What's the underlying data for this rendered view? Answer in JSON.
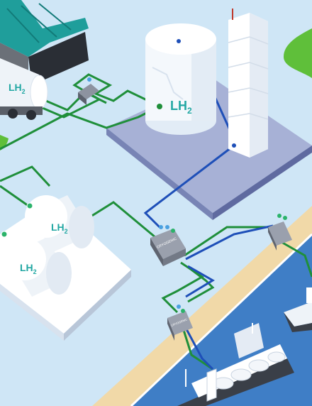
{
  "labels": {
    "lh2_main": "LH",
    "lh2_main_sub": "2",
    "lh2_truck": "LH",
    "lh2_truck_sub": "2",
    "lh2_sphere_top": "LH",
    "lh2_sphere_top_sub": "2",
    "lh2_sphere_bottom": "LH",
    "lh2_sphere_bottom_sub": "2",
    "pump_brand": "CRYOGENIC"
  },
  "colors": {
    "background": "#cfe6f6",
    "ground": "#bfdaf0",
    "green_pipe": "#1f8f3a",
    "blue_pipe": "#1e4fb8",
    "sand": "#f1d9a8",
    "sea": "#3f7ec6",
    "grass": "#5fbf3a",
    "platform": "#9aa6cf",
    "warehouse_roof": "#1f9e9b",
    "teal_text": "#22a7a3"
  }
}
